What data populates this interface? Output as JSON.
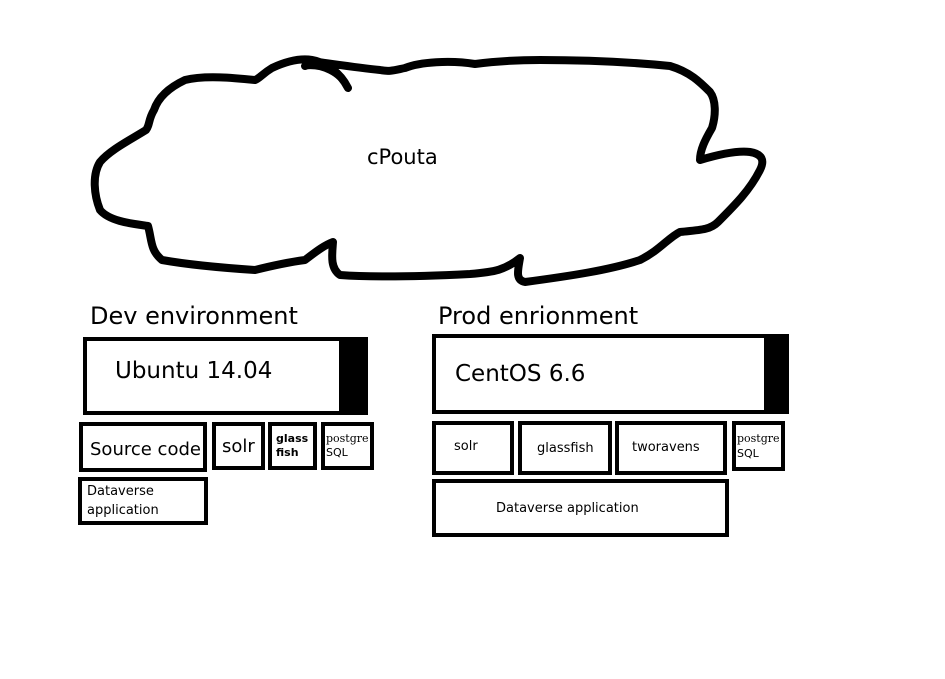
{
  "cloud": {
    "label": "cPouta"
  },
  "dev": {
    "heading": "Dev environment",
    "os": "Ubuntu 14.04",
    "components": {
      "source_code": "Source code",
      "solr": "solr",
      "glassfish_1": "glass",
      "glassfish_2": "fish",
      "postgresql_1": "postgre",
      "postgresql_2": "SQL",
      "dataverse_1": "Dataverse",
      "dataverse_2": "application"
    }
  },
  "prod": {
    "heading": "Prod enrionment",
    "os": "CentOS 6.6",
    "components": {
      "solr": "solr",
      "glassfish": "glassfish",
      "tworavens": "tworavens",
      "postgresql_1": "postgre",
      "postgresql_2": "SQL",
      "dataverse": "Dataverse application"
    }
  }
}
